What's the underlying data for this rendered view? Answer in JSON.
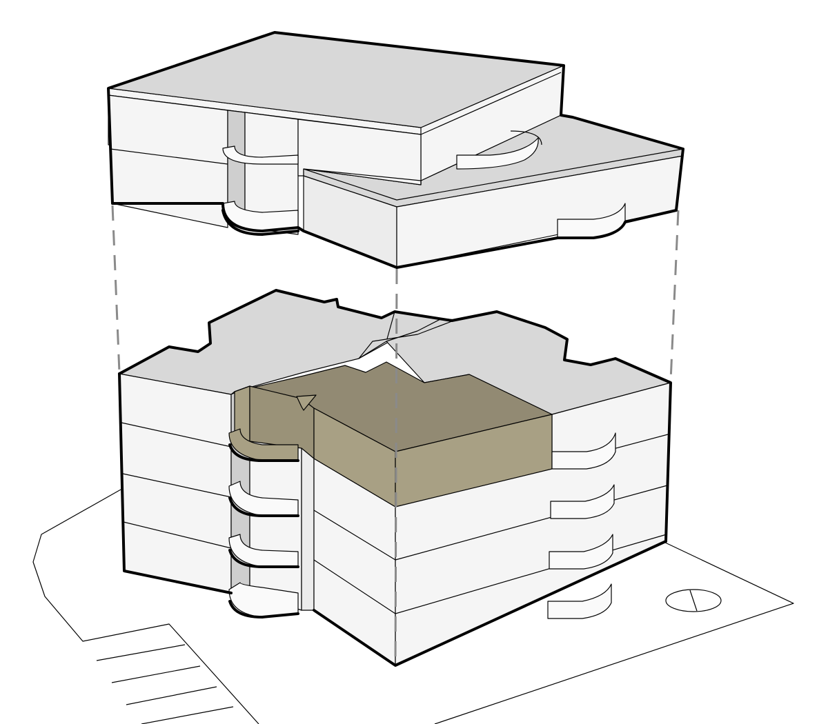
{
  "diagram": {
    "type": "exploded-axonometric-building",
    "colors": {
      "highlight_top": "#928a73",
      "highlight_side": "#a8a084",
      "roof": "#d8d8d8",
      "wall": "#f5f5f5",
      "connector": "#8a8a8a"
    },
    "components": [
      "site-plan",
      "north-arrow-icon",
      "lower-block",
      "highlighted-floor",
      "stair-balconies",
      "upper-block",
      "roof-terrace",
      "projection-lines"
    ]
  }
}
